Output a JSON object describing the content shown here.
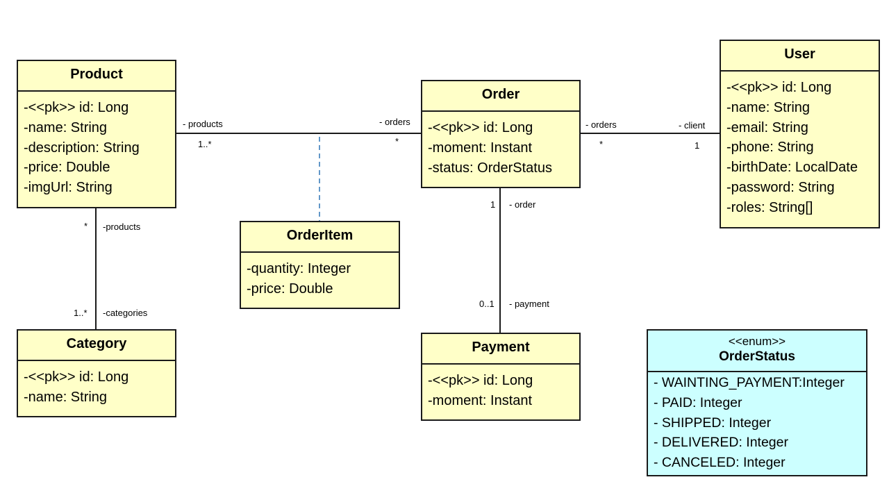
{
  "classes": {
    "product": {
      "name": "Product",
      "attributes": [
        "-<<pk>> id: Long",
        "-name: String",
        "-description: String",
        "-price: Double",
        "-imgUrl: String"
      ]
    },
    "order": {
      "name": "Order",
      "attributes": [
        "-<<pk>> id: Long",
        "-moment: Instant",
        "-status: OrderStatus"
      ]
    },
    "user": {
      "name": "User",
      "attributes": [
        "-<<pk>> id: Long",
        "-name: String",
        "-email: String",
        "-phone: String",
        "-birthDate: LocalDate",
        "-password: String",
        "-roles: String[]"
      ]
    },
    "orderitem": {
      "name": "OrderItem",
      "attributes": [
        "-quantity: Integer",
        "-price: Double"
      ]
    },
    "category": {
      "name": "Category",
      "attributes": [
        "-<<pk>> id: Long",
        "-name: String"
      ]
    },
    "payment": {
      "name": "Payment",
      "attributes": [
        "-<<pk>> id: Long",
        "-moment: Instant"
      ]
    },
    "orderstatus": {
      "stereotype": "<<enum>>",
      "name": "OrderStatus",
      "attributes": [
        "- WAINTING_PAYMENT:Integer",
        "- PAID: Integer",
        "- SHIPPED: Integer",
        "- DELIVERED: Integer",
        "- CANCELED: Integer"
      ]
    }
  },
  "associations": {
    "product_order": {
      "product_role": "- products",
      "product_mult": "1..*",
      "order_role": "- orders",
      "order_mult": "*"
    },
    "order_user": {
      "order_role": "- orders",
      "order_mult": "*",
      "user_role": "- client",
      "user_mult": "1"
    },
    "product_category": {
      "product_mult": "*",
      "product_role": "-products",
      "category_mult": "1..*",
      "category_role": "-categories"
    },
    "order_payment": {
      "order_mult": "1",
      "order_role": "- order",
      "payment_mult": "0..1",
      "payment_role": "- payment"
    }
  },
  "colors": {
    "class_fill": "#ffffc8",
    "enum_fill": "#ccffff",
    "border": "#1a1a1a",
    "association_class_link": "#2e75b6"
  }
}
